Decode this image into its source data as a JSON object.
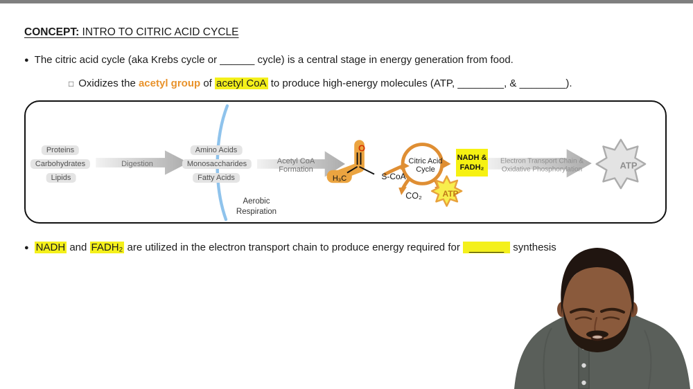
{
  "title": {
    "prefix": "CONCEPT:",
    "text": " INTRO TO CITRIC ACID CYCLE"
  },
  "bullets": {
    "b1_pre": "The citric acid cycle (aka Krebs cycle or ",
    "b1_blank": "______",
    "b1_post": " cycle) is a central stage in energy generation from food.",
    "sub_pre": "Oxidizes the ",
    "sub_acetyl_group": "acetyl group",
    "sub_of": " of ",
    "sub_acetyl_coa": "acetyl CoA",
    "sub_post": " to produce high-energy molecules (ATP, ",
    "sub_blank1": "________",
    "sub_amp": ", & ",
    "sub_blank2": "________",
    "sub_close": ").",
    "b2_nadh": "NADH",
    "b2_and": " and ",
    "b2_fadh2": "FADH₂",
    "b2_mid": " are utilized in the electron transport chain to produce energy required for ",
    "b2_blank": "______",
    "b2_post": " synthesis"
  },
  "diagram": {
    "macronutrients": [
      "Proteins",
      "Carbohydrates",
      "Lipids"
    ],
    "digestion_label": "Digestion",
    "digestion_products": [
      "Amino Acids",
      "Monosaccharides",
      "Fatty Acids"
    ],
    "aerobic_line1": "Aerobic",
    "aerobic_line2": "Respiration",
    "acetyl_arrow_line1": "Acetyl CoA",
    "acetyl_arrow_line2": "Formation",
    "acetyl_structure": {
      "h3c": "H₃C",
      "oxygen": "O",
      "s_coa": "S-CoA"
    },
    "cycle_line1": "Citric Acid",
    "cycle_line2": "Cycle",
    "co2_label": "CO₂",
    "atp_cycle_label": "ATP",
    "nadh_line1": "NADH &",
    "nadh_line2": "FADH₂",
    "etc_line1": "Electron Transport Chain &",
    "etc_line2": "Oxidative Phosphorylation",
    "atp_final_label": "ATP"
  },
  "colors": {
    "highlight_yellow": "#f4f01b",
    "accent_orange": "#e8922b",
    "structure_orange": "#eba440",
    "cycle_orange": "#df8e33",
    "membrane_blue": "#8fc3ec",
    "arrow_gray_light": "#f0f0f0",
    "arrow_gray_dark": "#ababab",
    "top_bar_gray": "#7f7f7f"
  }
}
